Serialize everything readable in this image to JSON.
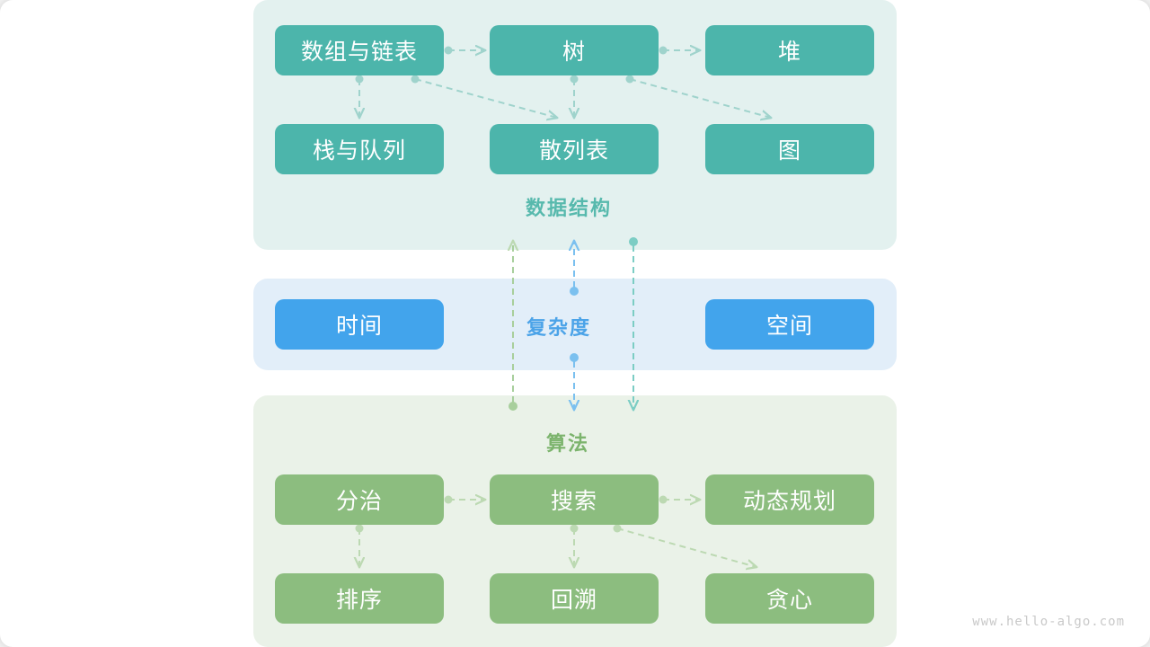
{
  "watermark": "www.hello-algo.com",
  "colors": {
    "data_structure_accent": "#4cb5ab",
    "data_structure_panel": "#e3f1ef",
    "complexity_accent": "#42a4ec",
    "complexity_panel": "#e2eef9",
    "algorithm_accent": "#8cbd7f",
    "algorithm_panel": "#eaf2e8",
    "caption_teal": "#57b9ad",
    "caption_blue": "#4ba3e8",
    "caption_green": "#7cb46d",
    "canvas": "#ffffff",
    "watermark_text": "#c9c9c9"
  },
  "sections": {
    "data_structure": {
      "caption": "数据结构",
      "nodes": [
        {
          "id": "array-linkedlist",
          "label": "数组与链表"
        },
        {
          "id": "tree",
          "label": "树"
        },
        {
          "id": "heap",
          "label": "堆"
        },
        {
          "id": "stack-queue",
          "label": "栈与队列"
        },
        {
          "id": "hash-table",
          "label": "散列表"
        },
        {
          "id": "graph",
          "label": "图"
        }
      ]
    },
    "complexity": {
      "caption": "复杂度",
      "nodes": [
        {
          "id": "time",
          "label": "时间"
        },
        {
          "id": "space",
          "label": "空间"
        }
      ]
    },
    "algorithm": {
      "caption": "算法",
      "nodes": [
        {
          "id": "divide-conquer",
          "label": "分治"
        },
        {
          "id": "search",
          "label": "搜索"
        },
        {
          "id": "dynamic-programming",
          "label": "动态规划"
        },
        {
          "id": "sorting",
          "label": "排序"
        },
        {
          "id": "backtracking",
          "label": "回溯"
        },
        {
          "id": "greedy",
          "label": "贪心"
        }
      ]
    }
  },
  "edges": [
    {
      "from": "数组与链表",
      "to": "树",
      "group": "data_structure"
    },
    {
      "from": "树",
      "to": "堆",
      "group": "data_structure"
    },
    {
      "from": "数组与链表",
      "to": "栈与队列",
      "group": "data_structure"
    },
    {
      "from": "数组与链表",
      "to": "散列表",
      "group": "data_structure"
    },
    {
      "from": "树",
      "to": "散列表",
      "group": "data_structure"
    },
    {
      "from": "树",
      "to": "图",
      "group": "data_structure"
    },
    {
      "from": "算法",
      "to": "数据结构",
      "group": "cross"
    },
    {
      "from": "复杂度",
      "to": "数据结构",
      "group": "cross"
    },
    {
      "from": "复杂度",
      "to": "算法",
      "group": "cross"
    },
    {
      "from": "数据结构",
      "to": "算法",
      "group": "cross"
    },
    {
      "from": "分治",
      "to": "搜索",
      "group": "algorithm"
    },
    {
      "from": "搜索",
      "to": "动态规划",
      "group": "algorithm"
    },
    {
      "from": "分治",
      "to": "排序",
      "group": "algorithm"
    },
    {
      "from": "搜索",
      "to": "回溯",
      "group": "algorithm"
    },
    {
      "from": "搜索",
      "to": "贪心",
      "group": "algorithm"
    }
  ]
}
